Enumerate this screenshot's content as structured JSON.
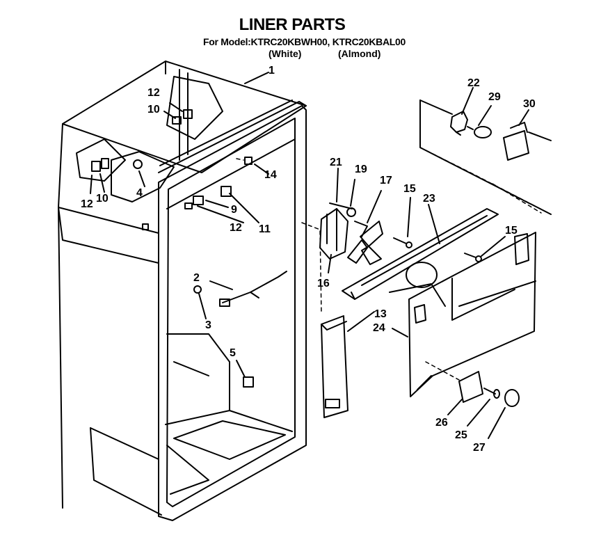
{
  "header": {
    "title": "LINER PARTS",
    "model_line": "For Model:KTRC20KBWH00, KTRC20KBAL00",
    "variant_white": "(White)",
    "variant_almond": "(Almond)"
  },
  "callouts": [
    {
      "id": "c1",
      "label": "1"
    },
    {
      "id": "c2",
      "label": "2"
    },
    {
      "id": "c3",
      "label": "3"
    },
    {
      "id": "c4",
      "label": "4"
    },
    {
      "id": "c5",
      "label": "5"
    },
    {
      "id": "c9",
      "label": "9"
    },
    {
      "id": "c10a",
      "label": "10"
    },
    {
      "id": "c10b",
      "label": "10"
    },
    {
      "id": "c11",
      "label": "11"
    },
    {
      "id": "c12a",
      "label": "12"
    },
    {
      "id": "c12b",
      "label": "12"
    },
    {
      "id": "c12c",
      "label": "12"
    },
    {
      "id": "c13",
      "label": "13"
    },
    {
      "id": "c14",
      "label": "14"
    },
    {
      "id": "c15a",
      "label": "15"
    },
    {
      "id": "c15b",
      "label": "15"
    },
    {
      "id": "c16",
      "label": "16"
    },
    {
      "id": "c17",
      "label": "17"
    },
    {
      "id": "c19",
      "label": "19"
    },
    {
      "id": "c21",
      "label": "21"
    },
    {
      "id": "c22",
      "label": "22"
    },
    {
      "id": "c23",
      "label": "23"
    },
    {
      "id": "c24",
      "label": "24"
    },
    {
      "id": "c25",
      "label": "25"
    },
    {
      "id": "c26",
      "label": "26"
    },
    {
      "id": "c27",
      "label": "27"
    },
    {
      "id": "c29",
      "label": "29"
    },
    {
      "id": "c30",
      "label": "30"
    }
  ]
}
